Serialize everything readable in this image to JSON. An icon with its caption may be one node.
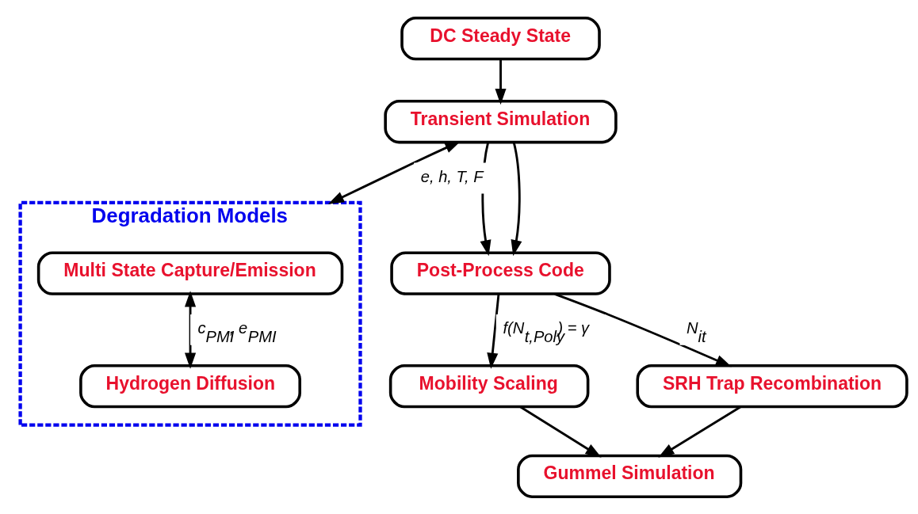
{
  "diagram": {
    "nodes": [
      {
        "text": [
          "DC Steady State"
        ]
      },
      {
        "text": [
          "Transient Simulation"
        ]
      },
      {
        "text": [
          "Degradation Models"
        ]
      },
      {
        "text": [
          "Multi State Capture/Emission"
        ],
        "in": 2
      },
      {
        "text": [
          "Hydrogen Diffusion"
        ],
        "in": 2
      },
      {
        "text": [
          "Post-Process Code"
        ]
      },
      {
        "text": [
          "Mobility Scaling"
        ]
      },
      {
        "text": [
          "SRH Trap Recombination"
        ]
      },
      {
        "text": [
          "Gummel Simulation"
        ]
      }
    ],
    "edges": [
      {
        "from": 0,
        "to": 1,
        "arrow": "to"
      },
      {
        "from": 1,
        "to": 2,
        "arrow": "both",
        "label": "e, h, T, F"
      },
      {
        "from": 3,
        "to": 4,
        "arrow": "both",
        "label": "c$_{PMI}$, e$_{PMI}$"
      },
      {
        "from": 1,
        "to": 5,
        "arrow": "to"
      },
      {
        "from": 1,
        "to": 5,
        "arrow": "to"
      },
      {
        "from": 5,
        "to": 6,
        "arrow": "to",
        "label": "f(N$_{t,Poly}$) = γ"
      },
      {
        "from": 5,
        "to": 7,
        "arrow": "to",
        "label": "N$_{it}$"
      },
      {
        "from": 6,
        "to": 8,
        "arrow": "to"
      },
      {
        "from": 7,
        "to": 8,
        "arrow": "to"
      }
    ]
  }
}
